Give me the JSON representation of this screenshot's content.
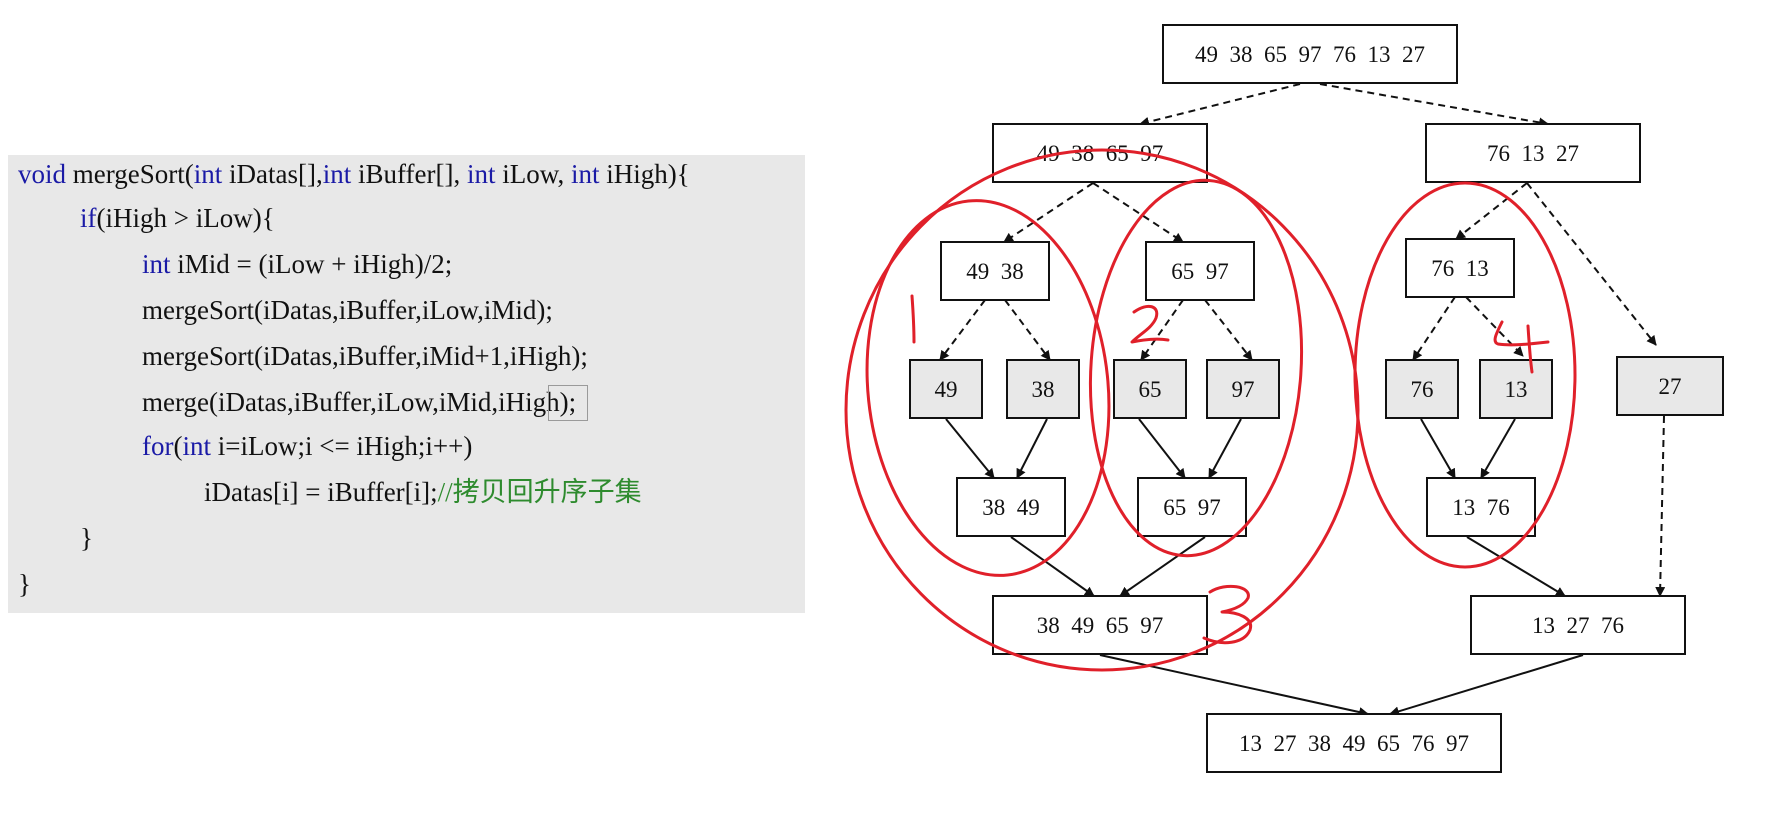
{
  "code": {
    "lines": [
      {
        "indent": 0,
        "segments": [
          {
            "text": "void",
            "kind": "kw"
          },
          {
            "text": " mergeSort(",
            "kind": "plain"
          },
          {
            "text": "int",
            "kind": "kw"
          },
          {
            "text": " iDatas[],",
            "kind": "plain"
          },
          {
            "text": "int",
            "kind": "kw"
          },
          {
            "text": " iBuffer[], ",
            "kind": "plain"
          },
          {
            "text": "int",
            "kind": "kw"
          },
          {
            "text": " iLow, ",
            "kind": "plain"
          },
          {
            "text": "int",
            "kind": "kw"
          },
          {
            "text": " iHigh){",
            "kind": "plain"
          }
        ]
      },
      {
        "indent": 1,
        "segments": [
          {
            "text": "if",
            "kind": "kw"
          },
          {
            "text": "(iHigh > iLow){",
            "kind": "plain"
          }
        ]
      },
      {
        "indent": 2,
        "segments": [
          {
            "text": "int",
            "kind": "kw"
          },
          {
            "text": " iMid = (iLow + iHigh)/2;",
            "kind": "plain"
          }
        ]
      },
      {
        "indent": 2,
        "segments": [
          {
            "text": "mergeSort(iDatas,iBuffer,iLow,iMid);",
            "kind": "plain"
          }
        ]
      },
      {
        "indent": 2,
        "segments": [
          {
            "text": "mergeSort(iDatas,iBuffer,iMid+1,iHigh);",
            "kind": "plain"
          }
        ]
      },
      {
        "indent": 2,
        "segments": [
          {
            "text": "merge(iDatas,iBuffer,iLow,iMid,iHigh",
            "kind": "plain"
          },
          {
            "text": ");",
            "kind": "cursor"
          }
        ]
      },
      {
        "indent": 2,
        "segments": [
          {
            "text": "for",
            "kind": "kw"
          },
          {
            "text": "(",
            "kind": "plain"
          },
          {
            "text": "int",
            "kind": "kw"
          },
          {
            "text": " i=iLow;i <= iHigh;i++)",
            "kind": "plain"
          }
        ]
      },
      {
        "indent": 3,
        "segments": [
          {
            "text": "iDatas[i] = iBuffer[i];",
            "kind": "plain"
          },
          {
            "text": "//拷贝回升序子集",
            "kind": "cm"
          }
        ]
      },
      {
        "indent": 1,
        "segments": [
          {
            "text": "}",
            "kind": "plain"
          }
        ]
      },
      {
        "indent": 0,
        "segments": [
          {
            "text": "}",
            "kind": "plain"
          }
        ]
      }
    ]
  },
  "diagram": {
    "nodes": [
      {
        "id": "n-root",
        "label": "49  38  65  97  76  13  27",
        "shaded": false
      },
      {
        "id": "n-left",
        "label": "49  38  65  97",
        "shaded": false
      },
      {
        "id": "n-right",
        "label": "76  13  27",
        "shaded": false
      },
      {
        "id": "n-4938",
        "label": "49  38",
        "shaded": false
      },
      {
        "id": "n-6597",
        "label": "65  97",
        "shaded": false
      },
      {
        "id": "n-7613",
        "label": "76  13",
        "shaded": false
      },
      {
        "id": "n-49",
        "label": "49",
        "shaded": true
      },
      {
        "id": "n-38",
        "label": "38",
        "shaded": true
      },
      {
        "id": "n-65",
        "label": "65",
        "shaded": true
      },
      {
        "id": "n-97",
        "label": "97",
        "shaded": true
      },
      {
        "id": "n-76",
        "label": "76",
        "shaded": true
      },
      {
        "id": "n-13",
        "label": "13",
        "shaded": true
      },
      {
        "id": "n-27",
        "label": "27",
        "shaded": true
      },
      {
        "id": "n-3849",
        "label": "38  49",
        "shaded": false
      },
      {
        "id": "n-6597m",
        "label": "65  97",
        "shaded": false
      },
      {
        "id": "n-1376",
        "label": "13  76",
        "shaded": false
      },
      {
        "id": "n-38496597",
        "label": "38  49  65  97",
        "shaded": false
      },
      {
        "id": "n-132776",
        "label": "13  27  76",
        "shaded": false
      },
      {
        "id": "n-final",
        "label": "13  27  38  49  65  76  97",
        "shaded": false
      }
    ],
    "edges": [
      {
        "from": "n-root",
        "to": "n-left",
        "style": "dashed"
      },
      {
        "from": "n-root",
        "to": "n-right",
        "style": "dashed"
      },
      {
        "from": "n-left",
        "to": "n-4938",
        "style": "dashed"
      },
      {
        "from": "n-left",
        "to": "n-6597",
        "style": "dashed"
      },
      {
        "from": "n-right",
        "to": "n-7613",
        "style": "dashed"
      },
      {
        "from": "n-right",
        "to": "n-27",
        "style": "dashed"
      },
      {
        "from": "n-4938",
        "to": "n-49",
        "style": "dashed"
      },
      {
        "from": "n-4938",
        "to": "n-38",
        "style": "dashed"
      },
      {
        "from": "n-6597",
        "to": "n-65",
        "style": "dashed"
      },
      {
        "from": "n-6597",
        "to": "n-97",
        "style": "dashed"
      },
      {
        "from": "n-7613",
        "to": "n-76",
        "style": "dashed"
      },
      {
        "from": "n-7613",
        "to": "n-13",
        "style": "dashed"
      },
      {
        "from": "n-49",
        "to": "n-3849",
        "style": "solid"
      },
      {
        "from": "n-38",
        "to": "n-3849",
        "style": "solid"
      },
      {
        "from": "n-65",
        "to": "n-6597m",
        "style": "solid"
      },
      {
        "from": "n-97",
        "to": "n-6597m",
        "style": "solid"
      },
      {
        "from": "n-76",
        "to": "n-1376",
        "style": "solid"
      },
      {
        "from": "n-13",
        "to": "n-1376",
        "style": "solid"
      },
      {
        "from": "n-3849",
        "to": "n-38496597",
        "style": "solid"
      },
      {
        "from": "n-6597m",
        "to": "n-38496597",
        "style": "solid"
      },
      {
        "from": "n-1376",
        "to": "n-132776",
        "style": "solid"
      },
      {
        "from": "n-27",
        "to": "n-132776",
        "style": "dashed"
      },
      {
        "from": "n-38496597",
        "to": "n-final",
        "style": "solid"
      },
      {
        "from": "n-132776",
        "to": "n-final",
        "style": "solid"
      }
    ],
    "annotations": [
      {
        "id": "ann-1",
        "label": "1"
      },
      {
        "id": "ann-2",
        "label": "2"
      },
      {
        "id": "ann-3",
        "label": "3"
      },
      {
        "id": "ann-4",
        "label": "4"
      }
    ],
    "colors": {
      "node_fill": "#ffffff",
      "node_shaded_fill": "#e8e8e8",
      "stroke": "#111111",
      "annotation": "#e0202a"
    }
  }
}
